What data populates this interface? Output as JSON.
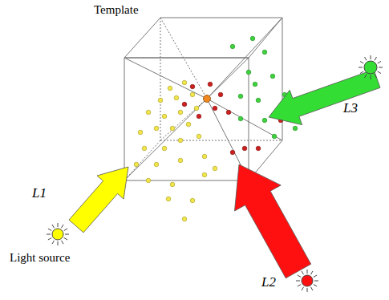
{
  "diagram": {
    "labels": [
      "Template",
      "L1",
      "Light source",
      "L2",
      "L3"
    ]
  }
}
